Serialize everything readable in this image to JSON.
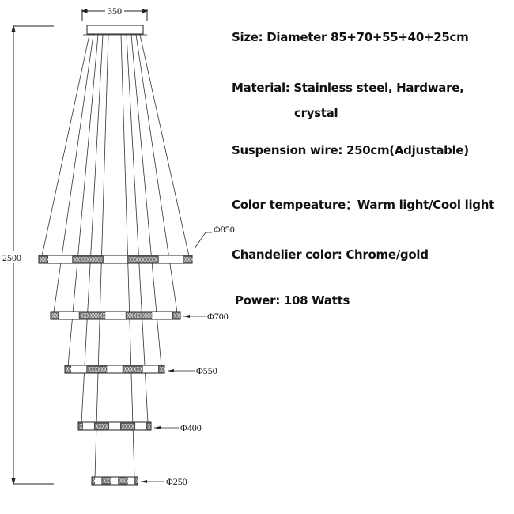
{
  "dimensions": {
    "canopy_width": "350",
    "total_height": "2500",
    "rings": [
      {
        "diameter": "Φ850"
      },
      {
        "diameter": "Φ700"
      },
      {
        "diameter": "Φ550"
      },
      {
        "diameter": "Φ400"
      },
      {
        "diameter": "Φ250"
      }
    ]
  },
  "specs": {
    "size": "Size: Diameter 85+70+55+40+25cm",
    "material_line1": "Material: Stainless steel, Hardware,",
    "material_line2": "crystal",
    "suspension": "Suspension wire: 250cm(Adjustable)",
    "color_temp": "Color tempeature：Warm light/Cool light",
    "chandelier_color": "Chandelier color: Chrome/gold",
    "power": "Power: 108 Watts"
  }
}
